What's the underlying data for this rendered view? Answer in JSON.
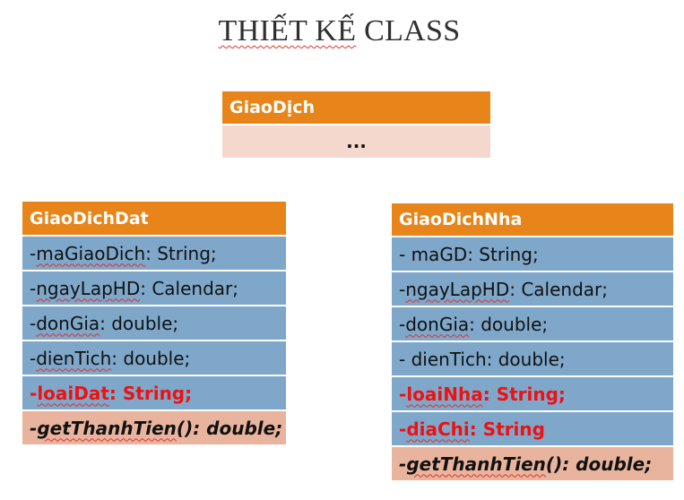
{
  "title": {
    "prefix": "",
    "squiggly": "THIẾT KẾ",
    "suffix": " CLASS"
  },
  "classes": [
    {
      "name": "GiaoDịch",
      "rows": [
        {
          "parts": [
            {
              "text": "...",
              "squiggly": false
            }
          ],
          "style": "body"
        }
      ]
    },
    {
      "name": "GiaoDichDat",
      "rows": [
        {
          "parts": [
            {
              "text": "- ",
              "squiggly": false
            },
            {
              "text": "maGiaoDich",
              "squiggly": true
            },
            {
              "text": ": String;",
              "squiggly": false
            }
          ],
          "style": "attribute"
        },
        {
          "parts": [
            {
              "text": "- ",
              "squiggly": false
            },
            {
              "text": "ngayLapHD",
              "squiggly": true
            },
            {
              "text": ": Calendar;",
              "squiggly": false
            }
          ],
          "style": "attribute"
        },
        {
          "parts": [
            {
              "text": "- ",
              "squiggly": false
            },
            {
              "text": "donGia",
              "squiggly": true
            },
            {
              "text": ": double;",
              "squiggly": false
            }
          ],
          "style": "attribute"
        },
        {
          "parts": [
            {
              "text": "- ",
              "squiggly": false
            },
            {
              "text": "dienTich",
              "squiggly": true
            },
            {
              "text": ": double;",
              "squiggly": false
            }
          ],
          "style": "attribute"
        },
        {
          "parts": [
            {
              "text": "- ",
              "squiggly": false
            },
            {
              "text": "loaiDat",
              "squiggly": true
            },
            {
              "text": ": String;",
              "squiggly": false
            }
          ],
          "style": "highlight"
        },
        {
          "parts": [
            {
              "text": "- ",
              "squiggly": false
            },
            {
              "text": "getThanhTien",
              "squiggly": true
            },
            {
              "text": "(): double;",
              "squiggly": false
            }
          ],
          "style": "method"
        }
      ]
    },
    {
      "name": "GiaoDichNha",
      "rows": [
        {
          "parts": [
            {
              "text": "- maGD: String;",
              "squiggly": false
            }
          ],
          "style": "attribute"
        },
        {
          "parts": [
            {
              "text": "- ",
              "squiggly": false
            },
            {
              "text": "ngayLapHD",
              "squiggly": true
            },
            {
              "text": ": Calendar;",
              "squiggly": false
            }
          ],
          "style": "attribute"
        },
        {
          "parts": [
            {
              "text": "- ",
              "squiggly": false
            },
            {
              "text": "donGia",
              "squiggly": true
            },
            {
              "text": ": double;",
              "squiggly": false
            }
          ],
          "style": "attribute"
        },
        {
          "parts": [
            {
              "text": "- dienTich: double;",
              "squiggly": false
            }
          ],
          "style": "attribute"
        },
        {
          "parts": [
            {
              "text": "- ",
              "squiggly": false
            },
            {
              "text": "loaiNha",
              "squiggly": true
            },
            {
              "text": ": String;",
              "squiggly": false
            }
          ],
          "style": "highlight"
        },
        {
          "parts": [
            {
              "text": "- ",
              "squiggly": false
            },
            {
              "text": "diaChi",
              "squiggly": true
            },
            {
              "text": ": String",
              "squiggly": false
            }
          ],
          "style": "highlight"
        },
        {
          "parts": [
            {
              "text": "- ",
              "squiggly": false
            },
            {
              "text": "getThanhTien",
              "squiggly": true
            },
            {
              "text": "(): double;",
              "squiggly": false
            }
          ],
          "style": "method"
        }
      ]
    }
  ]
}
